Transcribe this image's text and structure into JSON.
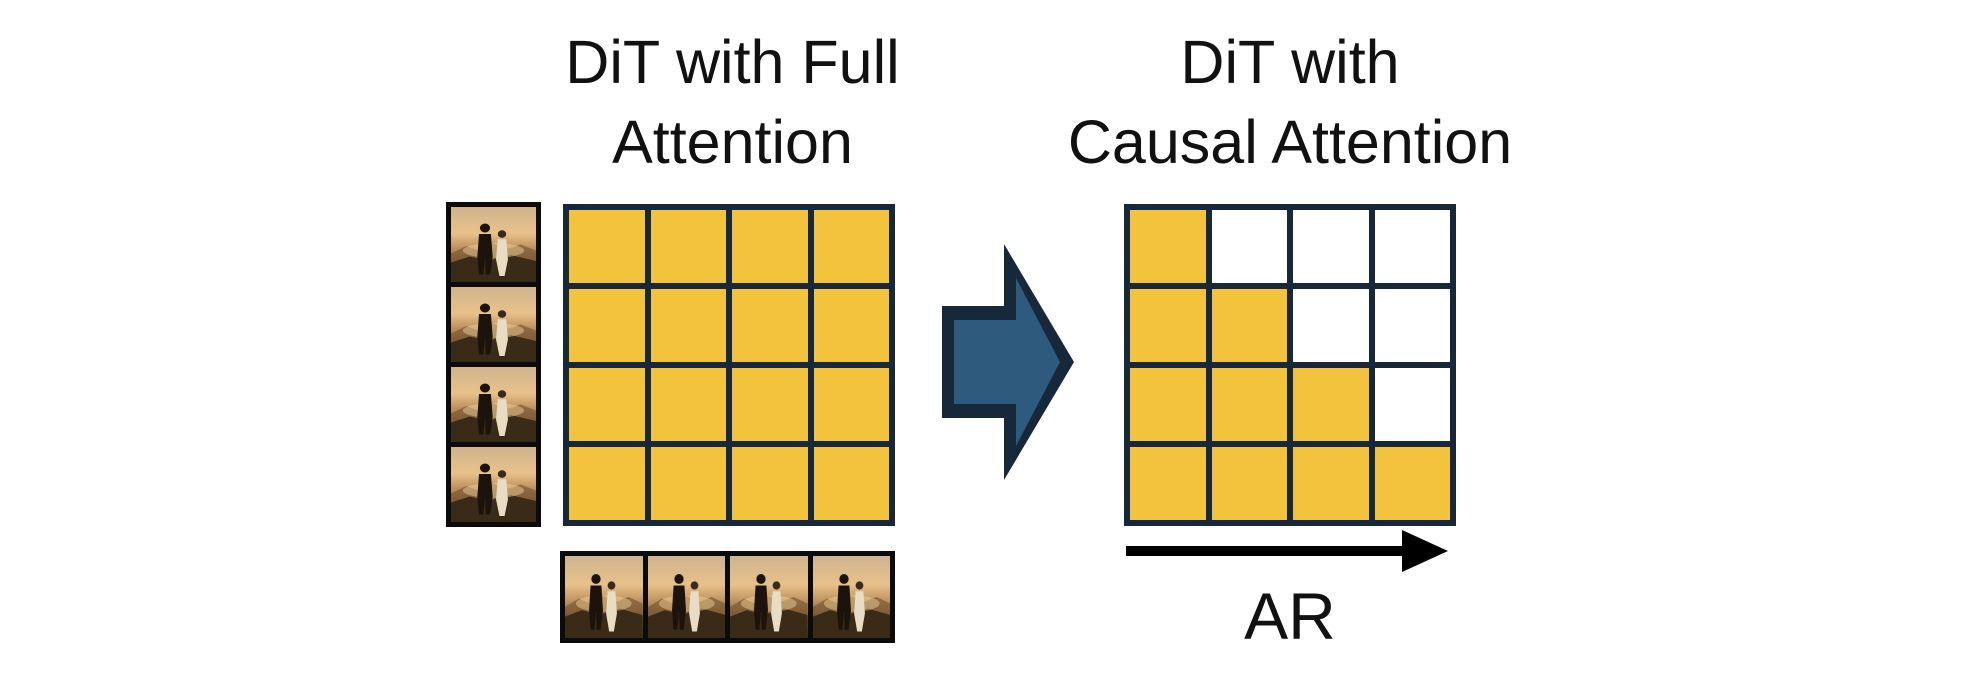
{
  "titles": {
    "full_attention": "DiT with Full\nAttention",
    "causal_attention": "DiT with\nCausal Attention"
  },
  "labels": {
    "ar": "AR"
  },
  "colors": {
    "attended_cell": "#f3c33e",
    "masked_cell": "#ffffff",
    "grid_border": "#17283a",
    "transform_arrow": "#2e5a7e",
    "ar_arrow": "#000000"
  },
  "icons": {
    "frame": "video-frame-icon",
    "transform": "block-arrow-right-icon",
    "direction": "arrow-right-icon"
  },
  "full_attention_mask": [
    [
      1,
      1,
      1,
      1
    ],
    [
      1,
      1,
      1,
      1
    ],
    [
      1,
      1,
      1,
      1
    ],
    [
      1,
      1,
      1,
      1
    ]
  ],
  "causal_attention_mask": [
    [
      1,
      0,
      0,
      0
    ],
    [
      1,
      1,
      0,
      0
    ],
    [
      1,
      1,
      1,
      0
    ],
    [
      1,
      1,
      1,
      1
    ]
  ],
  "frame_count": 4
}
